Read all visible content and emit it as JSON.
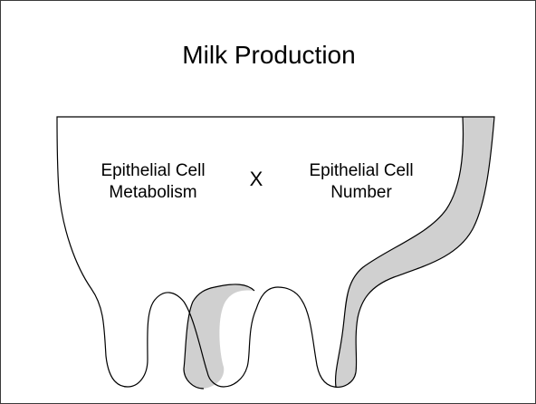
{
  "title": "Milk Production",
  "left_factor": {
    "line1": "Epithelial Cell",
    "line2": "Metabolism"
  },
  "operator": "X",
  "right_factor": {
    "line1": "Epithelial Cell",
    "line2": "Number"
  },
  "colors": {
    "outline": "#000000",
    "shading": "#d0d0d0",
    "background": "#ffffff",
    "frame": "#3a3a3a"
  }
}
